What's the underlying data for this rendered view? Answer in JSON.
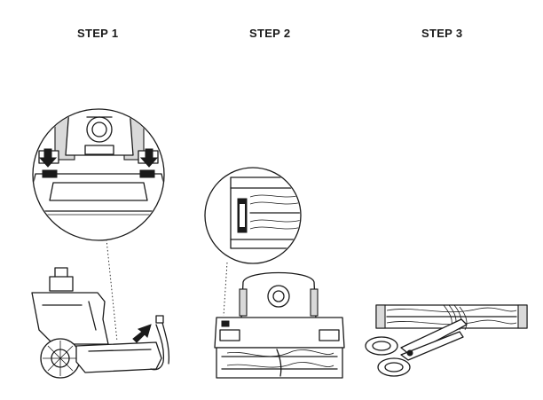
{
  "steps": [
    {
      "label": "STEP 1"
    },
    {
      "label": "STEP 2"
    },
    {
      "label": "STEP 3"
    }
  ],
  "icons": [
    "vacuum-nozzle-icon",
    "arrow-icon",
    "brushroll-icon",
    "scissors-icon",
    "magnifier-circle-icon"
  ],
  "colors": {
    "line": "#1a1a1a",
    "fill": "#ffffff",
    "shade": "#d9d9d9"
  }
}
